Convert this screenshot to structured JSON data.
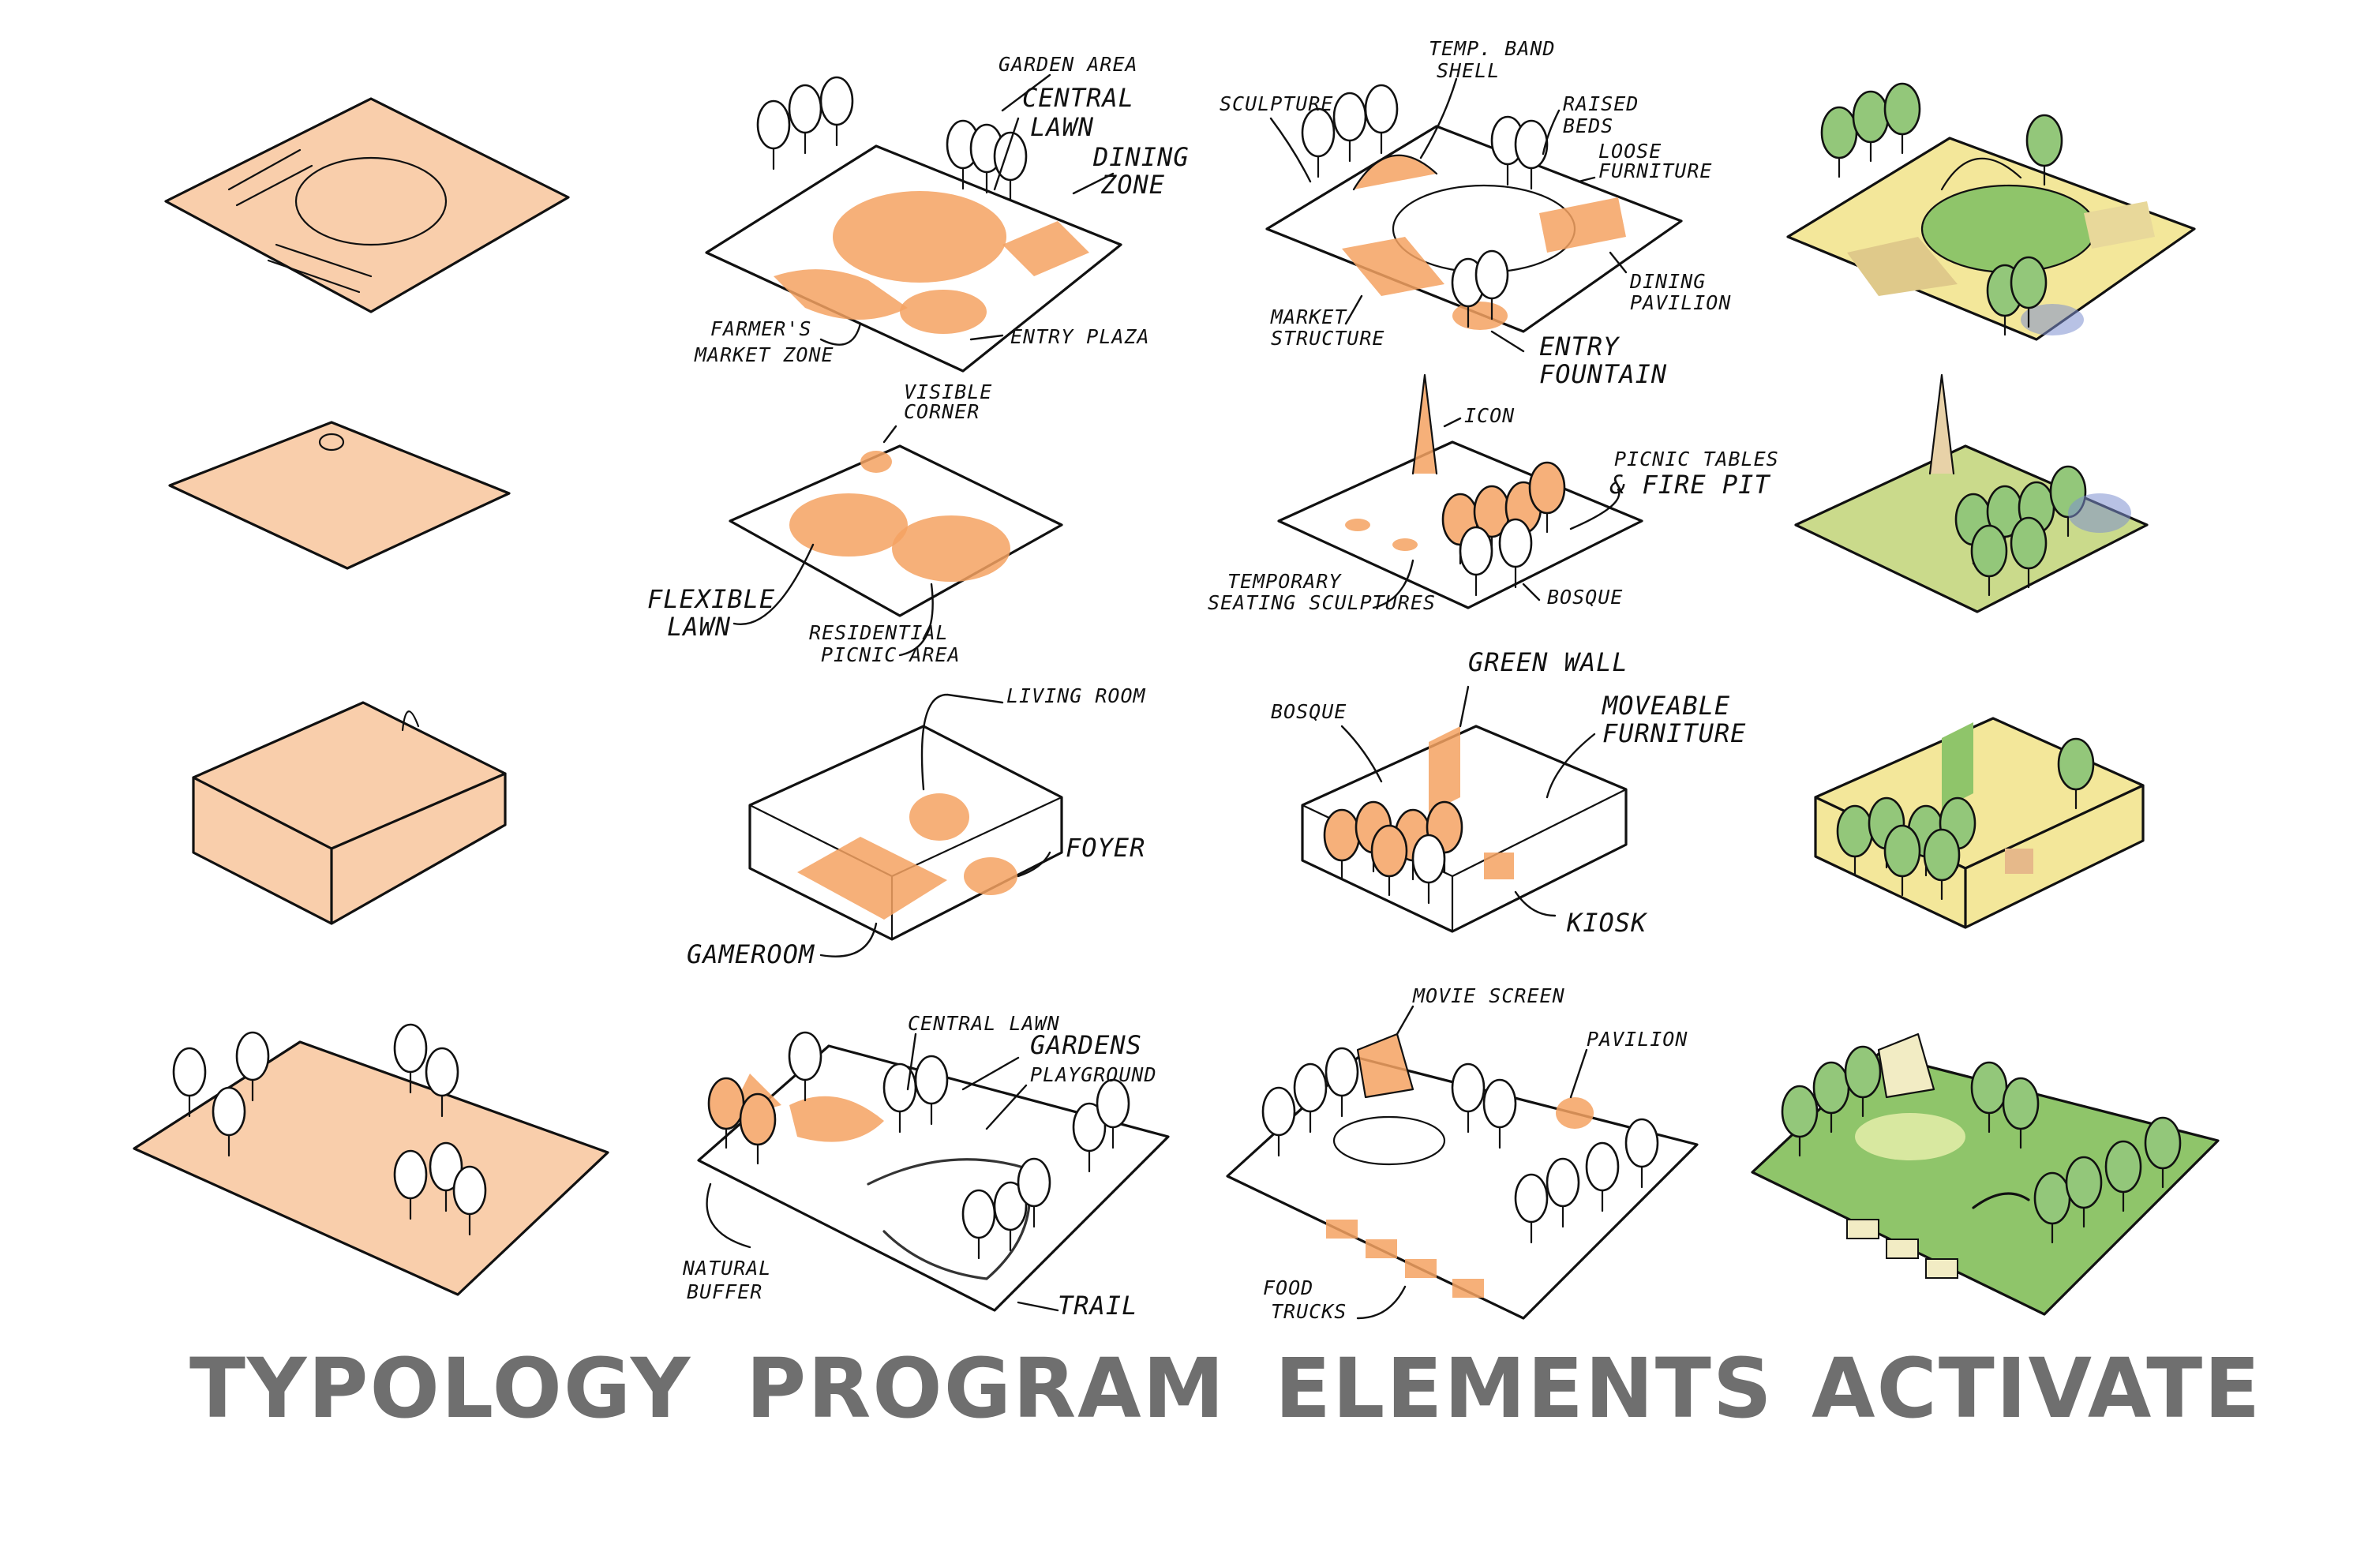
{
  "columns": [
    {
      "title": "TYPOLOGY"
    },
    {
      "title": "PROGRAM"
    },
    {
      "title": "ELEMENTS"
    },
    {
      "title": "ACTIVATE"
    }
  ],
  "program": {
    "row1": [
      "GARDEN AREA",
      "CENTRAL",
      "LAWN",
      "DINING",
      "ZONE",
      "FARMER'S",
      "MARKET ZONE",
      "ENTRY PLAZA"
    ],
    "row2": [
      "VISIBLE",
      "CORNER",
      "FLEXIBLE",
      "LAWN",
      "RESIDENTIAL",
      "PICNIC AREA"
    ],
    "row3": [
      "LIVING ROOM",
      "FOYER",
      "GAMEROOM"
    ],
    "row4": [
      "CENTRAL LAWN",
      "GARDENS",
      "PLAYGROUND",
      "NATURAL",
      "BUFFER",
      "TRAIL"
    ]
  },
  "elements": {
    "row1": [
      "SCULPTURE",
      "TEMP. BAND",
      "SHELL",
      "RAISED",
      "BEDS",
      "LOOSE",
      "FURNITURE",
      "DINING",
      "PAVILION",
      "MARKET",
      "STRUCTURE",
      "ENTRY",
      "FOUNTAIN"
    ],
    "row2": [
      "ICON",
      "PICNIC TABLES",
      "& FIRE PIT",
      "TEMPORARY",
      "SEATING SCULPTURES",
      "BOSQUE"
    ],
    "row3": [
      "GREEN WALL",
      "BOSQUE",
      "MOVEABLE",
      "FURNITURE",
      "KIOSK"
    ],
    "row4": [
      "MOVIE SCREEN",
      "PAVILION",
      "FOOD",
      "TRUCKS"
    ]
  },
  "colors": {
    "orange": "#f4a261",
    "peach": "#f8c9a2",
    "green": "#8fc56a",
    "title_gray": "#6f6f6f"
  }
}
